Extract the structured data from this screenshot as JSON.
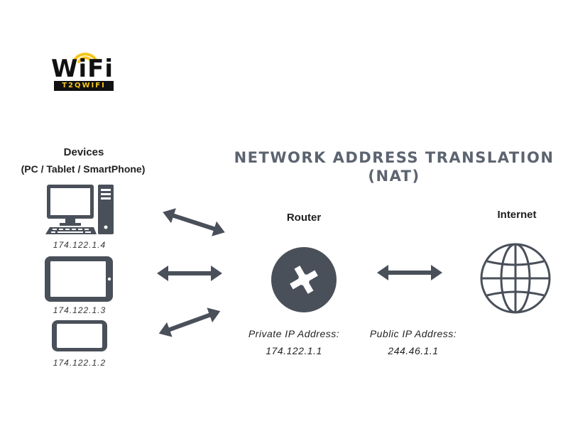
{
  "logo": {
    "word": "WiFi",
    "band": "T2QWIFI"
  },
  "title": {
    "line1": "NETWORK ADDRESS TRANSLATION",
    "line2": "(NAT)"
  },
  "devices": {
    "heading": "Devices",
    "subheading": "(PC / Tablet / SmartPhone)",
    "items": [
      {
        "icon": "desktop-pc-icon",
        "ip": "174.122.1.4"
      },
      {
        "icon": "tablet-icon",
        "ip": "174.122.1.3"
      },
      {
        "icon": "smartphone-icon",
        "ip": "174.122.1.2"
      }
    ]
  },
  "router": {
    "heading": "Router",
    "icon": "router-icon",
    "address_label": "Private IP Address:",
    "address": "174.122.1.1"
  },
  "public": {
    "address_label": "Public IP Address:",
    "address": "244.46.1.1"
  },
  "internet": {
    "heading": "Internet",
    "icon": "globe-icon"
  },
  "colors": {
    "icon": "#4a505a",
    "title": "#5c6470",
    "logo_accent": "#f5c518"
  }
}
